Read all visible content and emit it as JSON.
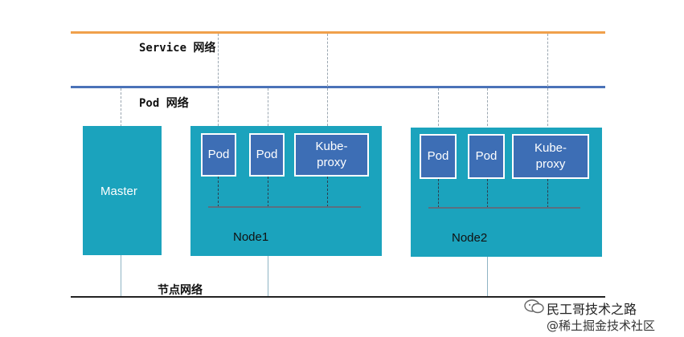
{
  "networks": {
    "service": {
      "label": "Service 网络",
      "color": "#f0a04b"
    },
    "pod": {
      "label": "Pod 网络",
      "color": "#4a72b8"
    },
    "node": {
      "label": "节点网络",
      "color": "#222222"
    }
  },
  "master": {
    "label": "Master"
  },
  "nodes": [
    {
      "label": "Node1",
      "pods": [
        "Pod",
        "Pod"
      ],
      "proxy": "Kube-\nproxy"
    },
    {
      "label": "Node2",
      "pods": [
        "Pod",
        "Pod"
      ],
      "proxy": "Kube-\nproxy"
    }
  ],
  "watermark": {
    "line1": "民工哥技术之路",
    "line2": "@稀土掘金技术社区"
  },
  "colors": {
    "teal": "#1ba3bd",
    "pod_blue": "#3d6eb5"
  }
}
